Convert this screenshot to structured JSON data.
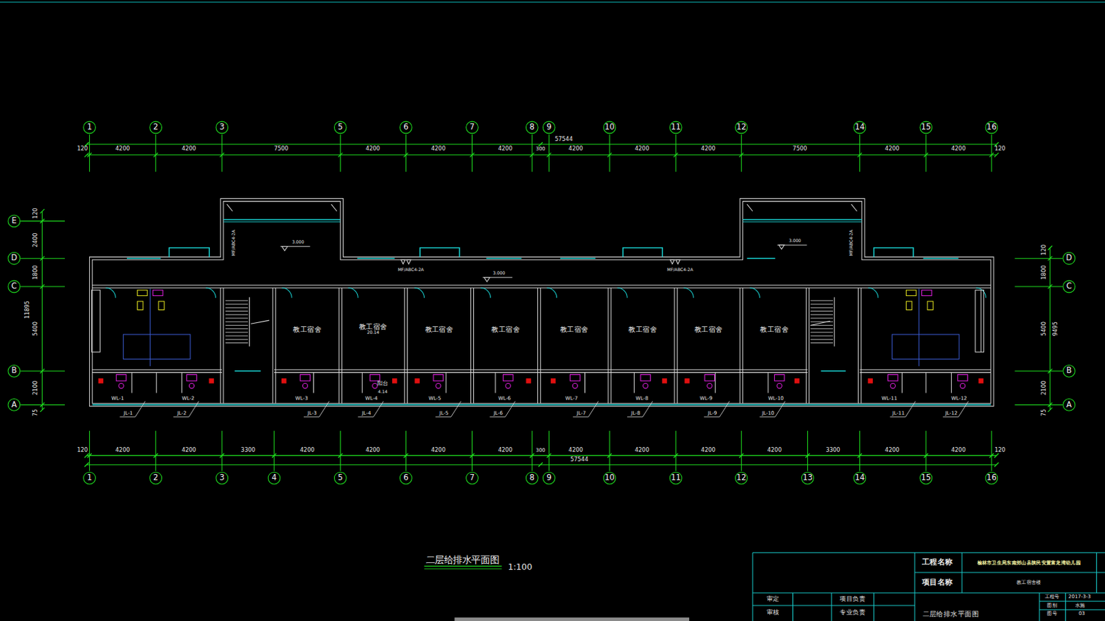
{
  "diagram": {
    "title": "二层给排水平面图",
    "nodes": [
      {
        "text": [
          "1"
        ]
      },
      {
        "text": [
          "2"
        ]
      },
      {
        "text": [
          "3"
        ]
      },
      {
        "text": [
          "5"
        ]
      },
      {
        "text": [
          "6"
        ]
      },
      {
        "text": [
          "7"
        ]
      },
      {
        "text": [
          "8"
        ]
      },
      {
        "text": [
          "9"
        ]
      },
      {
        "text": [
          "10"
        ]
      },
      {
        "text": [
          "11"
        ]
      },
      {
        "text": [
          "12"
        ]
      },
      {
        "text": [
          "14"
        ]
      },
      {
        "text": [
          "15"
        ]
      },
      {
        "text": [
          "16"
        ]
      },
      {
        "text": [
          "E"
        ]
      },
      {
        "text": [
          "D"
        ]
      },
      {
        "text": [
          "C"
        ]
      },
      {
        "text": [
          "B"
        ]
      },
      {
        "text": [
          "A"
        ]
      },
      {
        "text": [
          "D"
        ]
      },
      {
        "text": [
          "C"
        ]
      },
      {
        "text": [
          "B"
        ]
      },
      {
        "text": [
          "A"
        ]
      },
      {
        "text": [
          "教工宿舍"
        ]
      },
      {
        "text": [
          "教工宿舍",
          "20.14"
        ]
      },
      {
        "text": [
          "教工宿舍"
        ]
      },
      {
        "text": [
          "教工宿舍"
        ]
      },
      {
        "text": [
          "教工宿舍"
        ]
      },
      {
        "text": [
          "教工宿舍"
        ]
      },
      {
        "text": [
          "教工宿舍"
        ]
      },
      {
        "text": [
          "教工宿舍"
        ]
      },
      {
        "text": [
          "1"
        ]
      },
      {
        "text": [
          "2"
        ]
      },
      {
        "text": [
          "3"
        ]
      },
      {
        "text": [
          "4"
        ]
      },
      {
        "text": [
          "5"
        ]
      },
      {
        "text": [
          "6"
        ]
      },
      {
        "text": [
          "7"
        ]
      },
      {
        "text": [
          "8"
        ]
      },
      {
        "text": [
          "9"
        ]
      },
      {
        "text": [
          "10"
        ]
      },
      {
        "text": [
          "11"
        ]
      },
      {
        "text": [
          "12"
        ]
      },
      {
        "text": [
          "13"
        ]
      },
      {
        "text": [
          "14"
        ]
      },
      {
        "text": [
          "15"
        ]
      },
      {
        "text": [
          "16"
        ]
      }
    ],
    "labels": [
      "120",
      "4200",
      "4200",
      "7500",
      "4200",
      "4200",
      "4200",
      "300",
      "57544",
      "4200",
      "4200",
      "4200",
      "7500",
      "4200",
      "4200",
      "120",
      "120",
      "2400",
      "1800",
      "5400",
      "2100",
      "75",
      "11895",
      "120",
      "1800",
      "5400",
      "2100",
      "75",
      "9495",
      "WL-1",
      "WL-2",
      "WL-3",
      "WL-4",
      "WL-5",
      "WL-6",
      "WL-7",
      "WL-8",
      "WL-9",
      "WL-10",
      "WL-11",
      "WL-12",
      "JL-1",
      "JL-2",
      "JL-3",
      "JL-4",
      "JL-5",
      "JL-6",
      "JL-7",
      "JL-8",
      "JL-9",
      "JL-10",
      "JL-11",
      "JL-12",
      "MF/ABC4-2A",
      "MF/ABC4-2A",
      "MF/ABC4-2A",
      "MF/ABC4-2A",
      "3.000",
      "3.000",
      "3.000",
      "阳台",
      "4.14",
      "1:100",
      "工程名称",
      "榆林市卫生局东南郊山县陕民安置富龙湾幼儿园",
      "项目名称",
      "教工宿舍楼",
      "审定",
      "审核",
      "项目负责",
      "专业负责",
      "二层给排水平面图",
      "工程号",
      "2017-3-3",
      "图别",
      "水施",
      "图号",
      "03",
      "120",
      "4200",
      "4200",
      "3300",
      "4200",
      "4200",
      "4200",
      "4200",
      "300",
      "57544",
      "4200",
      "4200",
      "4200",
      "4200",
      "3300",
      "4200",
      "4200",
      "120"
    ]
  }
}
